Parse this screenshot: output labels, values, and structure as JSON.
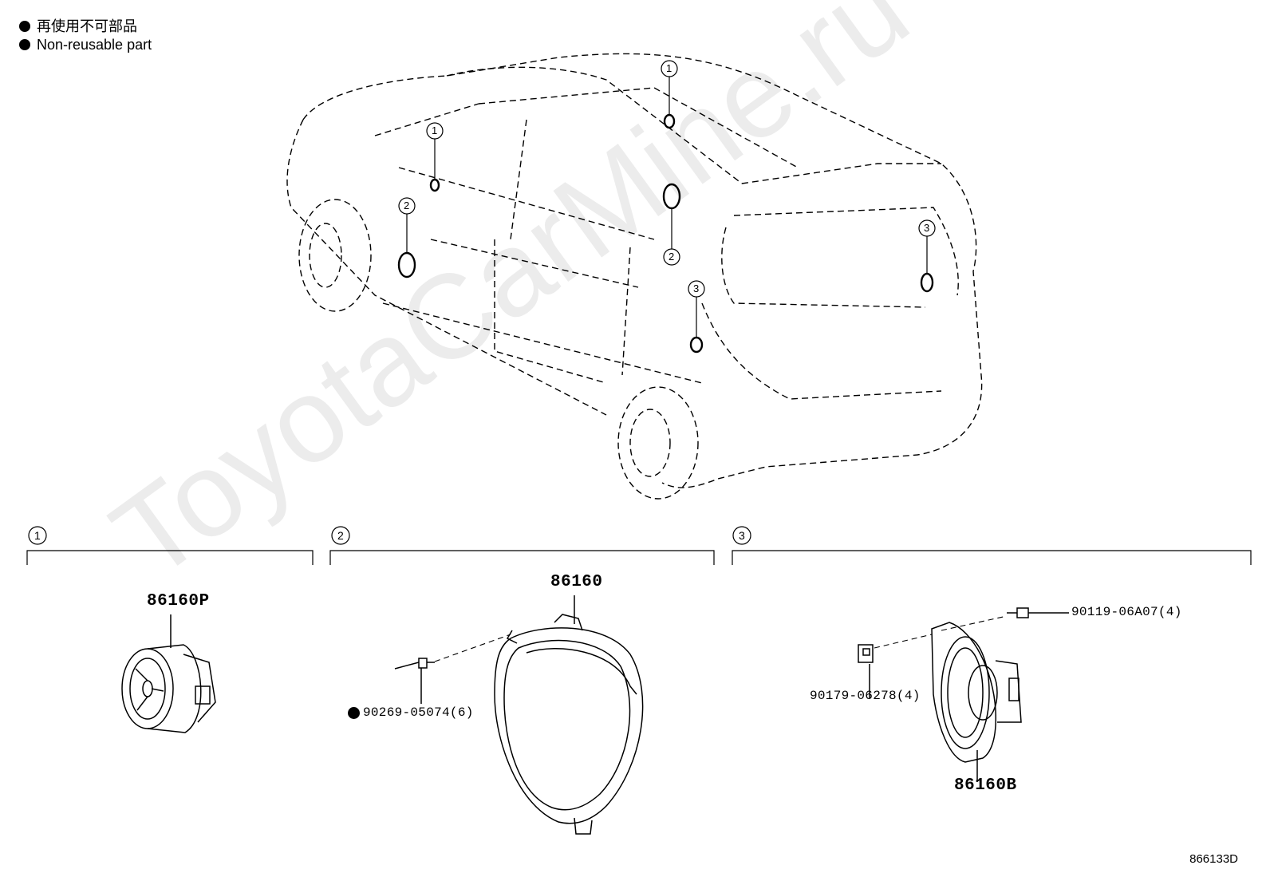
{
  "legend": {
    "items": [
      {
        "text_ja": "再使用不可部品",
        "icon": "filled-circle-icon"
      },
      {
        "text_en": "Non-reusable part",
        "icon": "filled-circle-icon"
      }
    ]
  },
  "callouts": [
    "1",
    "2",
    "3"
  ],
  "groups": [
    {
      "id": "1",
      "parts": [
        {
          "number": "86160P"
        }
      ]
    },
    {
      "id": "2",
      "parts": [
        {
          "number": "86160"
        },
        {
          "number": "90269-05074(6)",
          "non_reusable": true
        }
      ]
    },
    {
      "id": "3",
      "parts": [
        {
          "number": "90119-06A07(4)"
        },
        {
          "number": "90179-06278(4)"
        },
        {
          "number": "86160B"
        }
      ]
    }
  ],
  "watermark": "ToyotaCarMine.ru",
  "document_code": "866133D"
}
